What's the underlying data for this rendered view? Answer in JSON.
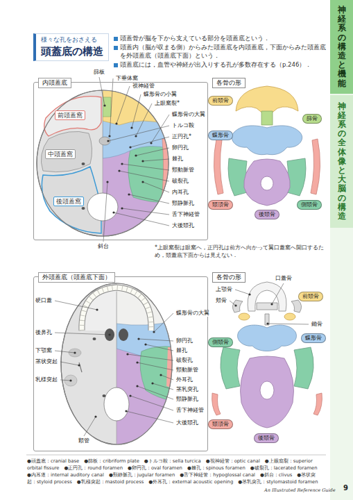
{
  "diagram": {
    "nodes": [
      {
        "text": [
          "様々な孔をおさえる",
          "頭蓋底の構造"
        ]
      },
      {
        "text": [
          "神経系の構造と機能"
        ]
      },
      {
        "text": [
          "神経系の全体像と大脳の構造"
        ]
      },
      {
        "text": [
          "内頭蓋底"
        ]
      },
      {
        "text": [
          "前頭蓋窩"
        ],
        "in": 3
      },
      {
        "text": [
          "中頭蓋窩"
        ],
        "in": 3
      },
      {
        "text": [
          "後頭蓋窩"
        ],
        "in": 3
      },
      {
        "text": [
          "前頭骨"
        ]
      },
      {
        "text": [
          "蝶形骨"
        ]
      },
      {
        "text": [
          "篩骨"
        ]
      },
      {
        "text": [
          "頭頂骨"
        ]
      },
      {
        "text": [
          "側頭骨"
        ]
      },
      {
        "text": [
          "後頭骨"
        ]
      },
      {
        "text": [
          "外頭蓋底（頭蓋底下面）"
        ]
      },
      {
        "text": [
          "前頭骨"
        ]
      },
      {
        "text": [
          "側頭骨"
        ]
      },
      {
        "text": [
          "蝶形骨"
        ]
      },
      {
        "text": [
          "頭頂骨"
        ]
      },
      {
        "text": [
          "後頭骨"
        ]
      }
    ],
    "labels": [
      "頭蓋骨が脳を下から支えている部分を頭蓋底という．",
      "頭蓋内（脳が収まる側）からみた頭蓋底を内頭蓋底，下面からみた頭蓋底を外頭蓋底（頭蓋底下面）という．",
      "頭蓋底には，血管や神経が出入りする孔が多数存在する（p.246）．",
      "篩板",
      "下垂体窩",
      "視神経管",
      "蝶形骨の小翼",
      "上眼窩裂*",
      "蝶形骨の大翼",
      "トルコ鞍",
      "正円孔*",
      "卵円孔",
      "棘孔",
      "頸動脈管",
      "破裂孔",
      "内耳孔",
      "頸静脈孔",
      "舌下神経管",
      "大後頭孔",
      "斜台",
      "各骨の形",
      "*上眼窩裂は眼窩へ，正円孔は前方へ向かって翼口蓋窩へ開口するため，頭蓋底下面からは見えない．",
      "各骨の形",
      "硬口蓋",
      "後鼻孔",
      "下顎窩",
      "茎状突起",
      "乳様突起",
      "顆管",
      "蝶形骨の大翼",
      "卵円孔",
      "棘孔",
      "破裂孔",
      "頸動脈管",
      "外耳孔",
      "茎乳突孔",
      "頸静脈孔",
      "舌下神経管",
      "大後頭孔",
      "上顎骨",
      "頬骨",
      "口蓋骨",
      "鋤骨",
      "●頭蓋底：cranial base　●篩板：cribriform plate　●トルコ鞍：sella turcica　●視神経管：optic canal　●上眼窩裂：superior orbital fissure　●正円孔：round foramen　●卵円孔：oval foramen　●棘孔：spinous foramen　●破裂孔：lacerated foramen　●内耳道：internal auditory canal　●頸静脈孔：jugular foramen　●舌下神経管：hypoglossal canal　●斜台：clivus　●茎状突起：styloid process　●乳様突起：mastoid process　●外耳孔：external acoustic opening　●茎乳突孔：stylomastoid foramen",
      "An Illustrated Reference Guide",
      "9"
    ]
  }
}
